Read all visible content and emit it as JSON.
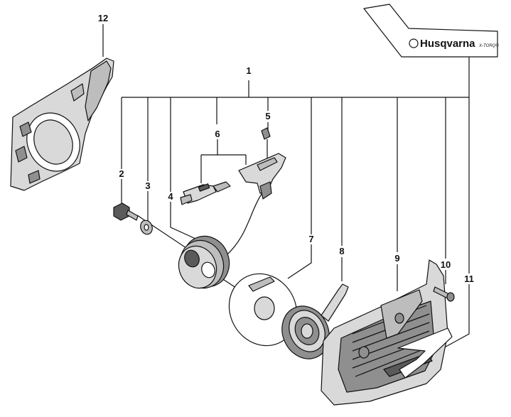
{
  "diagram": {
    "callouts": [
      {
        "id": "1",
        "label": "1"
      },
      {
        "id": "2",
        "label": "2"
      },
      {
        "id": "3",
        "label": "3"
      },
      {
        "id": "4",
        "label": "4"
      },
      {
        "id": "5",
        "label": "5"
      },
      {
        "id": "6",
        "label": "6"
      },
      {
        "id": "7",
        "label": "7"
      },
      {
        "id": "8",
        "label": "8"
      },
      {
        "id": "9",
        "label": "9"
      },
      {
        "id": "10",
        "label": "10"
      },
      {
        "id": "11",
        "label": "11"
      },
      {
        "id": "12",
        "label": "12"
      }
    ],
    "decal": {
      "brand": "Husqvarna",
      "sub": "X-TORQ®"
    }
  }
}
